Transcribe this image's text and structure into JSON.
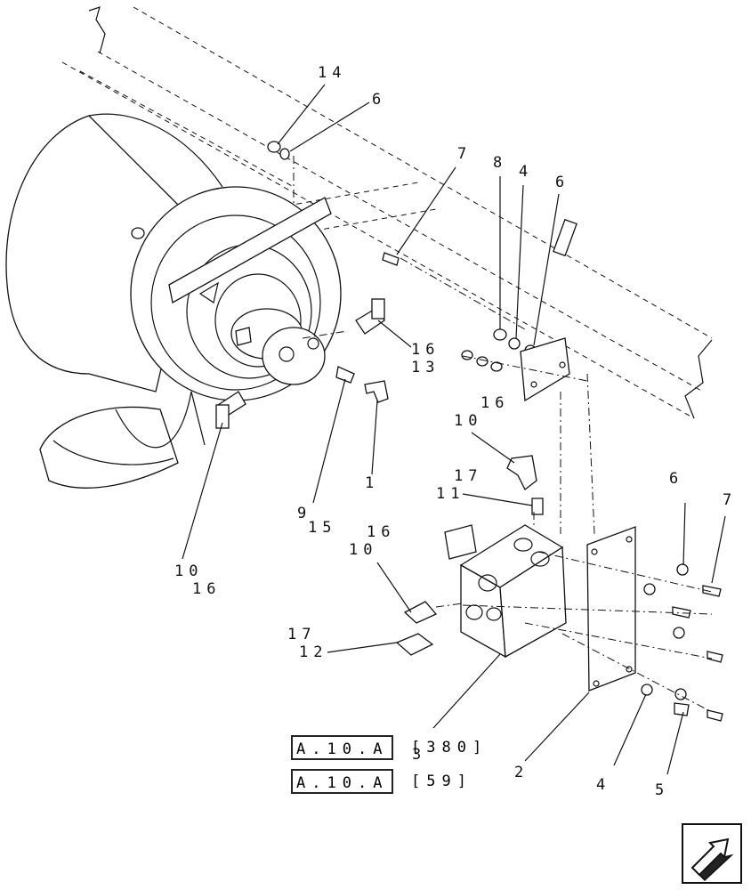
{
  "callouts": {
    "c14": "14",
    "c6a": "6",
    "c7a": "7",
    "c8": "8",
    "c4a": "4",
    "c6b": "6",
    "c16a": "16",
    "c13": "13",
    "c16b": "16",
    "c10a": "10",
    "c17a": "17",
    "c11": "11",
    "c9": "9",
    "c1": "1",
    "c15": "15",
    "c16c": "16",
    "c10b": "10",
    "c10c": "10",
    "c16d": "16",
    "c17b": "17",
    "c12": "12",
    "c3": "3",
    "c6c": "6",
    "c7b": "7",
    "c2": "2",
    "c4b": "4",
    "c5": "5"
  },
  "references": [
    {
      "section": "A.10.",
      "link": "A",
      "bracket_open": "[",
      "page": "380",
      "bracket_close": "]"
    },
    {
      "section": "A.10.",
      "link": "A",
      "bracket_open": "[",
      "page": "59",
      "bracket_close": "]"
    }
  ],
  "nav": {
    "icon": "arrow-previous-icon"
  }
}
